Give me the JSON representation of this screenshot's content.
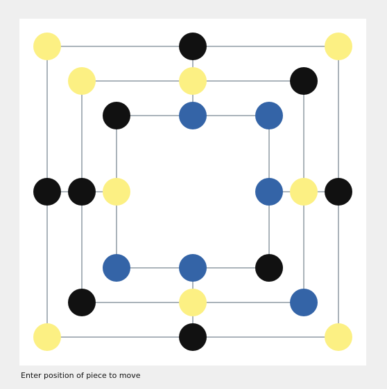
{
  "colors": {
    "window_background": "#efefef",
    "board_background": "#ffffff",
    "board_lines": "#7c8a95",
    "piece_yellow": "#fcf083",
    "piece_black": "#111111",
    "piece_blue": "#3464a7"
  },
  "status": {
    "prompt": "Enter position of piece to move"
  },
  "board": {
    "rings": [
      "outer",
      "middle",
      "inner"
    ],
    "positions": [
      {
        "ring": "outer",
        "point": "top-left",
        "piece": "yellow"
      },
      {
        "ring": "outer",
        "point": "top-middle",
        "piece": "black"
      },
      {
        "ring": "outer",
        "point": "top-right",
        "piece": "yellow"
      },
      {
        "ring": "outer",
        "point": "middle-left",
        "piece": "black"
      },
      {
        "ring": "outer",
        "point": "middle-right",
        "piece": "black"
      },
      {
        "ring": "outer",
        "point": "bottom-left",
        "piece": "yellow"
      },
      {
        "ring": "outer",
        "point": "bottom-middle",
        "piece": "black"
      },
      {
        "ring": "outer",
        "point": "bottom-right",
        "piece": "yellow"
      },
      {
        "ring": "middle",
        "point": "top-left",
        "piece": "yellow"
      },
      {
        "ring": "middle",
        "point": "top-middle",
        "piece": "yellow"
      },
      {
        "ring": "middle",
        "point": "top-right",
        "piece": "black"
      },
      {
        "ring": "middle",
        "point": "middle-left",
        "piece": "black"
      },
      {
        "ring": "middle",
        "point": "middle-right",
        "piece": "yellow"
      },
      {
        "ring": "middle",
        "point": "bottom-left",
        "piece": "black"
      },
      {
        "ring": "middle",
        "point": "bottom-middle",
        "piece": "yellow"
      },
      {
        "ring": "middle",
        "point": "bottom-right",
        "piece": "blue"
      },
      {
        "ring": "inner",
        "point": "top-left",
        "piece": "black"
      },
      {
        "ring": "inner",
        "point": "top-middle",
        "piece": "blue"
      },
      {
        "ring": "inner",
        "point": "top-right",
        "piece": "blue"
      },
      {
        "ring": "inner",
        "point": "middle-left",
        "piece": "yellow"
      },
      {
        "ring": "inner",
        "point": "middle-right",
        "piece": "blue"
      },
      {
        "ring": "inner",
        "point": "bottom-left",
        "piece": "blue"
      },
      {
        "ring": "inner",
        "point": "bottom-middle",
        "piece": "blue"
      },
      {
        "ring": "inner",
        "point": "bottom-right",
        "piece": "black"
      }
    ]
  }
}
